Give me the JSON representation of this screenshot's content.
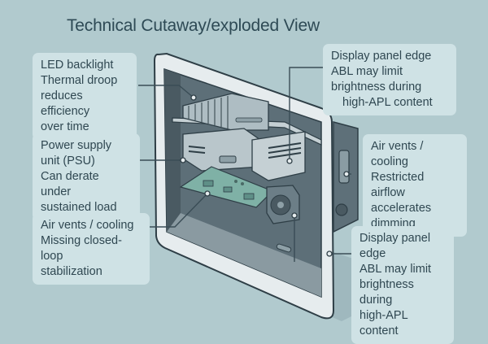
{
  "title": "Technical Cutaway/exploded View",
  "callouts": {
    "led": {
      "heading": "LED backlight",
      "body_lines": [
        "Thermal droop",
        "reduces efficiency",
        "over time"
      ]
    },
    "psu": {
      "heading_lines": [
        "Power supply",
        "unit (PSU)"
      ],
      "body_lines": [
        "Can derate under",
        "sustained load"
      ]
    },
    "vents_left": {
      "heading": "Air vents / cooling",
      "body_lines": [
        "Missing closed-loop",
        "stabilization"
      ]
    },
    "panel_top": {
      "heading": "Display panel edge",
      "body_lines": [
        "ABL may limit",
        "brightness during",
        "high-APL content"
      ]
    },
    "vents_right": {
      "heading": "Air vents / cooling",
      "body_lines": [
        "Restricted airflow",
        "accelerates",
        "dimming"
      ]
    },
    "panel_bottom": {
      "heading_lines": [
        "Display panel",
        "edge"
      ],
      "body_lines": [
        "ABL may limit",
        "brightness during",
        "high-APL content"
      ]
    }
  },
  "colors": {
    "background": "#b1cace",
    "callout_bg": "#cfe2e5",
    "text": "#2f4751",
    "outline": "#2e3e46",
    "bezel": "#e6ecee",
    "cavity": "#5d6f78",
    "pcb": "#7fb1a6"
  },
  "icons": [
    "heatsink-icon",
    "psu-icon",
    "pcb-icon",
    "fan-icon",
    "port-icon"
  ]
}
